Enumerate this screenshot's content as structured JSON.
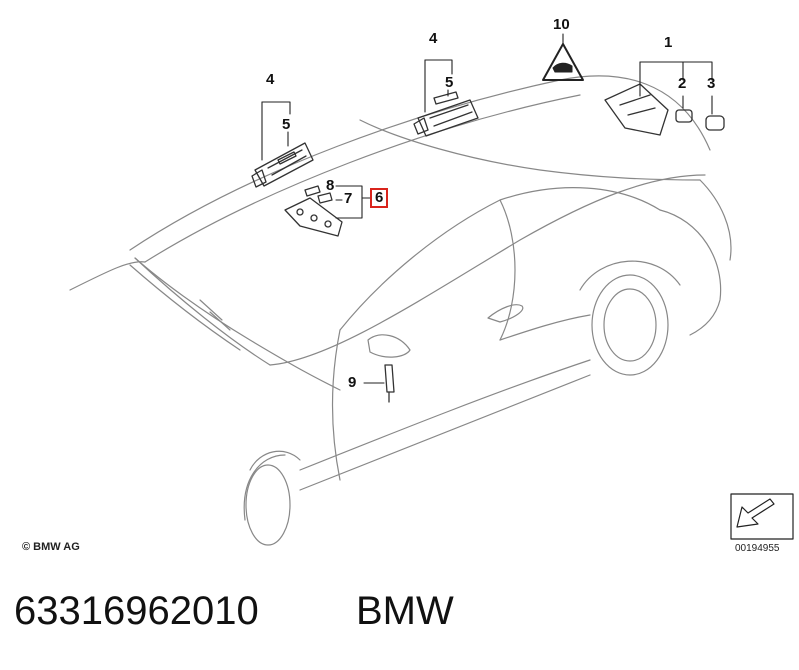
{
  "diagram": {
    "callouts": [
      {
        "id": "c4a",
        "text": "4"
      },
      {
        "id": "c5a",
        "text": "5"
      },
      {
        "id": "c4b",
        "text": "4"
      },
      {
        "id": "c5b",
        "text": "5"
      },
      {
        "id": "c10",
        "text": "10"
      },
      {
        "id": "c1",
        "text": "1"
      },
      {
        "id": "c2",
        "text": "2"
      },
      {
        "id": "c3",
        "text": "3"
      },
      {
        "id": "c8",
        "text": "8"
      },
      {
        "id": "c7",
        "text": "7"
      },
      {
        "id": "c6",
        "text": "6",
        "highlighted": true
      },
      {
        "id": "c9",
        "text": "9"
      }
    ],
    "copyright": "© BMW AG",
    "reference_number": "00194955",
    "highlight_color": "#d9241c"
  },
  "footer": {
    "part_number": "63316962010",
    "brand": "BMW"
  }
}
